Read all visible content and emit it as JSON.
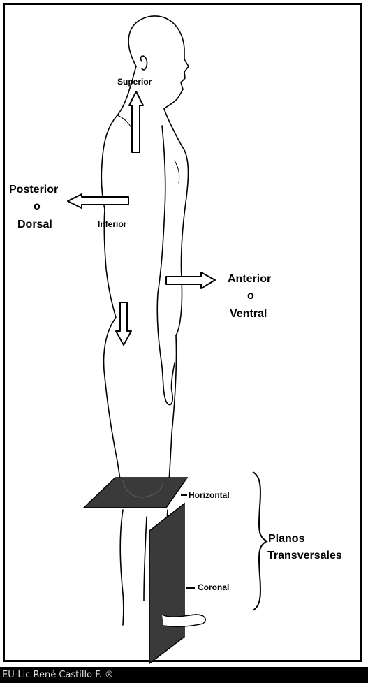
{
  "labels": {
    "superior": "Superior",
    "posterior": "Posterior",
    "posterior_o": "o",
    "dorsal": "Dorsal",
    "anterior": "Anterior",
    "anterior_o": "o",
    "ventral": "Ventral",
    "inferior": "Inferior",
    "horizontal": "Horizontal",
    "planos": "Planos",
    "transversales": "Transversales",
    "coronal": "Coronal"
  },
  "footer": {
    "credit": "EU-Lic René Castillo F. ®"
  },
  "colors": {
    "plane_fill": "#3a3a3a",
    "line": "#000000",
    "background": "#ffffff",
    "footer_bg": "#000000"
  }
}
